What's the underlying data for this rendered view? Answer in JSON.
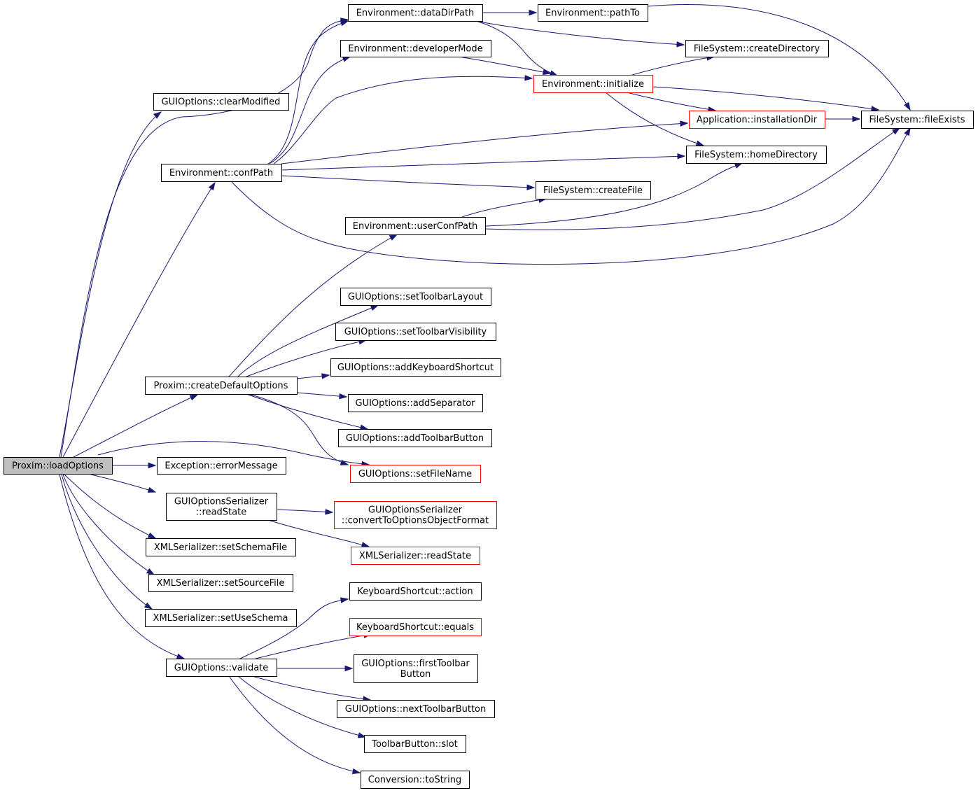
{
  "colors": {
    "edge": "#191970",
    "box_border_default": "#000000",
    "box_border_truncated": "#ff0000",
    "root_fill": "#bfbfbf",
    "box_fill": "#ffffff"
  },
  "nodes": [
    {
      "id": "loadOptions",
      "lines": [
        "Proxim::loadOptions"
      ],
      "style": "root"
    },
    {
      "id": "clearModified",
      "lines": [
        "GUIOptions::clearModified"
      ],
      "style": "default"
    },
    {
      "id": "dataDirPath",
      "lines": [
        "Environment::dataDirPath"
      ],
      "style": "default"
    },
    {
      "id": "developerMode",
      "lines": [
        "Environment::developerMode"
      ],
      "style": "default"
    },
    {
      "id": "pathTo",
      "lines": [
        "Environment::pathTo"
      ],
      "style": "default"
    },
    {
      "id": "createDirectory",
      "lines": [
        "FileSystem::createDirectory"
      ],
      "style": "default"
    },
    {
      "id": "initialize",
      "lines": [
        "Environment::initialize"
      ],
      "style": "truncated"
    },
    {
      "id": "installationDir",
      "lines": [
        "Application::installationDir"
      ],
      "style": "truncated"
    },
    {
      "id": "fileExists",
      "lines": [
        "FileSystem::fileExists"
      ],
      "style": "default"
    },
    {
      "id": "homeDirectory",
      "lines": [
        "FileSystem::homeDirectory"
      ],
      "style": "default"
    },
    {
      "id": "confPath",
      "lines": [
        "Environment::confPath"
      ],
      "style": "default"
    },
    {
      "id": "createFile",
      "lines": [
        "FileSystem::createFile"
      ],
      "style": "default"
    },
    {
      "id": "userConfPath",
      "lines": [
        "Environment::userConfPath"
      ],
      "style": "default"
    },
    {
      "id": "setToolbarLayout",
      "lines": [
        "GUIOptions::setToolbarLayout"
      ],
      "style": "default"
    },
    {
      "id": "setToolbarVisibility",
      "lines": [
        "GUIOptions::setToolbarVisibility"
      ],
      "style": "default"
    },
    {
      "id": "addKeyboardShortcut",
      "lines": [
        "GUIOptions::addKeyboardShortcut"
      ],
      "style": "default"
    },
    {
      "id": "createDefaultOptions",
      "lines": [
        "Proxim::createDefaultOptions"
      ],
      "style": "default"
    },
    {
      "id": "addSeparator",
      "lines": [
        "GUIOptions::addSeparator"
      ],
      "style": "default"
    },
    {
      "id": "addToolbarButton",
      "lines": [
        "GUIOptions::addToolbarButton"
      ],
      "style": "default"
    },
    {
      "id": "errorMessage",
      "lines": [
        "Exception::errorMessage"
      ],
      "style": "default"
    },
    {
      "id": "setFileName",
      "lines": [
        "GUIOptions::setFileName"
      ],
      "style": "truncated"
    },
    {
      "id": "gosReadState",
      "lines": [
        "GUIOptionsSerializer",
        "::readState"
      ],
      "style": "default"
    },
    {
      "id": "convertToOptionsObjectFormat",
      "lines": [
        "GUIOptionsSerializer",
        "::convertToOptionsObjectFormat"
      ],
      "style": "truncated"
    },
    {
      "id": "setSchemaFile",
      "lines": [
        "XMLSerializer::setSchemaFile"
      ],
      "style": "default"
    },
    {
      "id": "xmlReadState",
      "lines": [
        "XMLSerializer::readState"
      ],
      "style": "truncated"
    },
    {
      "id": "setSourceFile",
      "lines": [
        "XMLSerializer::setSourceFile"
      ],
      "style": "default"
    },
    {
      "id": "ksAction",
      "lines": [
        "KeyboardShortcut::action"
      ],
      "style": "default"
    },
    {
      "id": "setUseSchema",
      "lines": [
        "XMLSerializer::setUseSchema"
      ],
      "style": "default"
    },
    {
      "id": "ksEquals",
      "lines": [
        "KeyboardShortcut::equals"
      ],
      "style": "truncated"
    },
    {
      "id": "validate",
      "lines": [
        "GUIOptions::validate"
      ],
      "style": "default"
    },
    {
      "id": "firstToolbarButton",
      "lines": [
        "GUIOptions::firstToolbar",
        "Button"
      ],
      "style": "default"
    },
    {
      "id": "nextToolbarButton",
      "lines": [
        "GUIOptions::nextToolbarButton"
      ],
      "style": "default"
    },
    {
      "id": "slot",
      "lines": [
        "ToolbarButton::slot"
      ],
      "style": "default"
    },
    {
      "id": "toString",
      "lines": [
        "Conversion::toString"
      ],
      "style": "default"
    }
  ],
  "edges": [
    {
      "from": "loadOptions",
      "to": "clearModified"
    },
    {
      "from": "loadOptions",
      "to": "dataDirPath"
    },
    {
      "from": "loadOptions",
      "to": "confPath"
    },
    {
      "from": "loadOptions",
      "to": "createDefaultOptions"
    },
    {
      "from": "loadOptions",
      "to": "setFileName"
    },
    {
      "from": "loadOptions",
      "to": "errorMessage"
    },
    {
      "from": "loadOptions",
      "to": "gosReadState"
    },
    {
      "from": "loadOptions",
      "to": "setSchemaFile"
    },
    {
      "from": "loadOptions",
      "to": "setSourceFile"
    },
    {
      "from": "loadOptions",
      "to": "setUseSchema"
    },
    {
      "from": "loadOptions",
      "to": "validate"
    },
    {
      "from": "dataDirPath",
      "to": "pathTo"
    },
    {
      "from": "dataDirPath",
      "to": "createDirectory"
    },
    {
      "from": "dataDirPath",
      "to": "initialize"
    },
    {
      "from": "pathTo",
      "to": "fileExists"
    },
    {
      "from": "developerMode",
      "to": "initialize"
    },
    {
      "from": "initialize",
      "to": "createDirectory"
    },
    {
      "from": "initialize",
      "to": "installationDir"
    },
    {
      "from": "initialize",
      "to": "fileExists"
    },
    {
      "from": "initialize",
      "to": "homeDirectory"
    },
    {
      "from": "installationDir",
      "to": "fileExists"
    },
    {
      "from": "confPath",
      "to": "dataDirPath"
    },
    {
      "from": "confPath",
      "to": "developerMode"
    },
    {
      "from": "confPath",
      "to": "initialize"
    },
    {
      "from": "confPath",
      "to": "installationDir"
    },
    {
      "from": "confPath",
      "to": "homeDirectory"
    },
    {
      "from": "confPath",
      "to": "createFile"
    },
    {
      "from": "confPath",
      "to": "fileExists"
    },
    {
      "from": "userConfPath",
      "to": "createFile"
    },
    {
      "from": "userConfPath",
      "to": "homeDirectory"
    },
    {
      "from": "userConfPath",
      "to": "fileExists"
    },
    {
      "from": "createDefaultOptions",
      "to": "userConfPath"
    },
    {
      "from": "createDefaultOptions",
      "to": "setToolbarLayout"
    },
    {
      "from": "createDefaultOptions",
      "to": "setToolbarVisibility"
    },
    {
      "from": "createDefaultOptions",
      "to": "addKeyboardShortcut"
    },
    {
      "from": "createDefaultOptions",
      "to": "addSeparator"
    },
    {
      "from": "createDefaultOptions",
      "to": "addToolbarButton"
    },
    {
      "from": "createDefaultOptions",
      "to": "setFileName"
    },
    {
      "from": "gosReadState",
      "to": "convertToOptionsObjectFormat"
    },
    {
      "from": "gosReadState",
      "to": "xmlReadState"
    },
    {
      "from": "validate",
      "to": "ksAction"
    },
    {
      "from": "validate",
      "to": "ksEquals"
    },
    {
      "from": "validate",
      "to": "firstToolbarButton"
    },
    {
      "from": "validate",
      "to": "nextToolbarButton"
    },
    {
      "from": "validate",
      "to": "slot"
    },
    {
      "from": "validate",
      "to": "toString"
    }
  ]
}
